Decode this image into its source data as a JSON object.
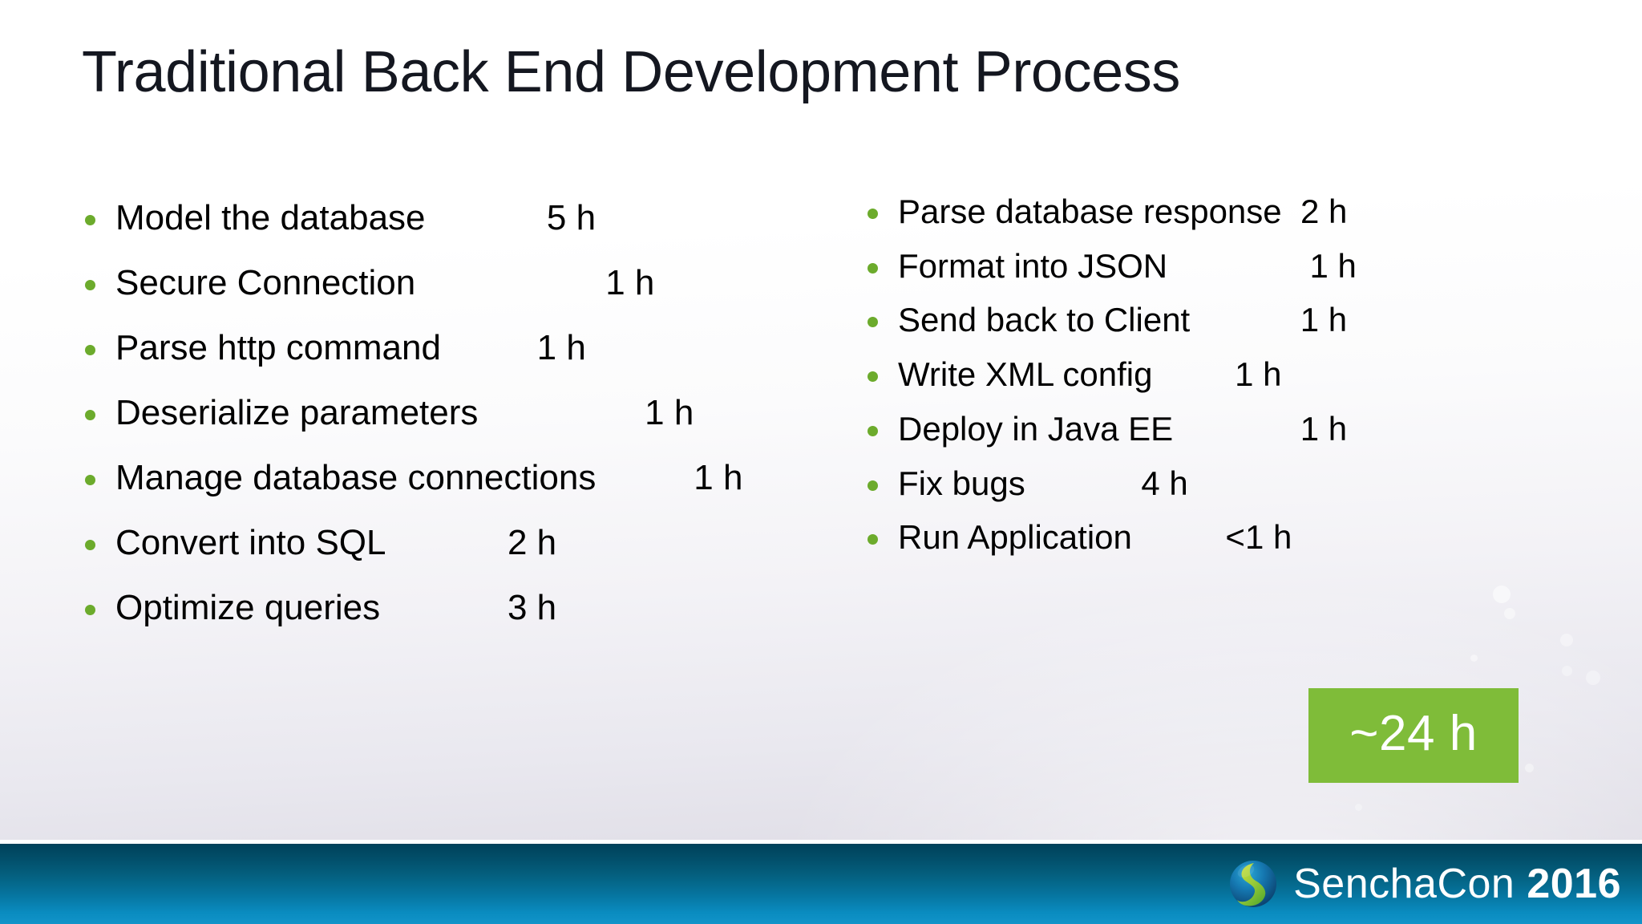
{
  "slide": {
    "title": "Traditional Back End Development Process",
    "background": {
      "top_color": "#ffffff",
      "bottom_color": "#d7d5df"
    },
    "bullet_color": "#6cab2c",
    "text_color": "#000000"
  },
  "left_column": {
    "items": [
      {
        "label": "Model the database",
        "value": "5 h"
      },
      {
        "label": "Secure Connection",
        "value": "1 h"
      },
      {
        "label": "Parse http command",
        "value": "1 h"
      },
      {
        "label": "Deserialize parameters",
        "value": "1 h"
      },
      {
        "label": "Manage database connections",
        "value": "1 h"
      },
      {
        "label": "Convert into SQL",
        "value": "2 h"
      },
      {
        "label": "Optimize queries",
        "value": "3 h"
      }
    ]
  },
  "right_column": {
    "items": [
      {
        "label": "Parse database response",
        "value": "2 h"
      },
      {
        "label": "Format into JSON",
        "value": "1 h"
      },
      {
        "label": "Send back to Client",
        "value": "1 h"
      },
      {
        "label": "Write XML config",
        "value": "1 h"
      },
      {
        "label": "Deploy in Java EE",
        "value": "1 h"
      },
      {
        "label": "Fix bugs",
        "value": "4 h"
      },
      {
        "label": "Run Application",
        "value": "<1 h"
      }
    ]
  },
  "total_badge": {
    "text": "~24 h",
    "background_color": "#7fbc39",
    "text_color": "#ffffff"
  },
  "footer": {
    "brand_name": "SenchaCon",
    "year": "2016",
    "logo_name": "senchacon-logo-icon",
    "gradient_top": "#00415a",
    "gradient_bottom": "#1294c9"
  }
}
